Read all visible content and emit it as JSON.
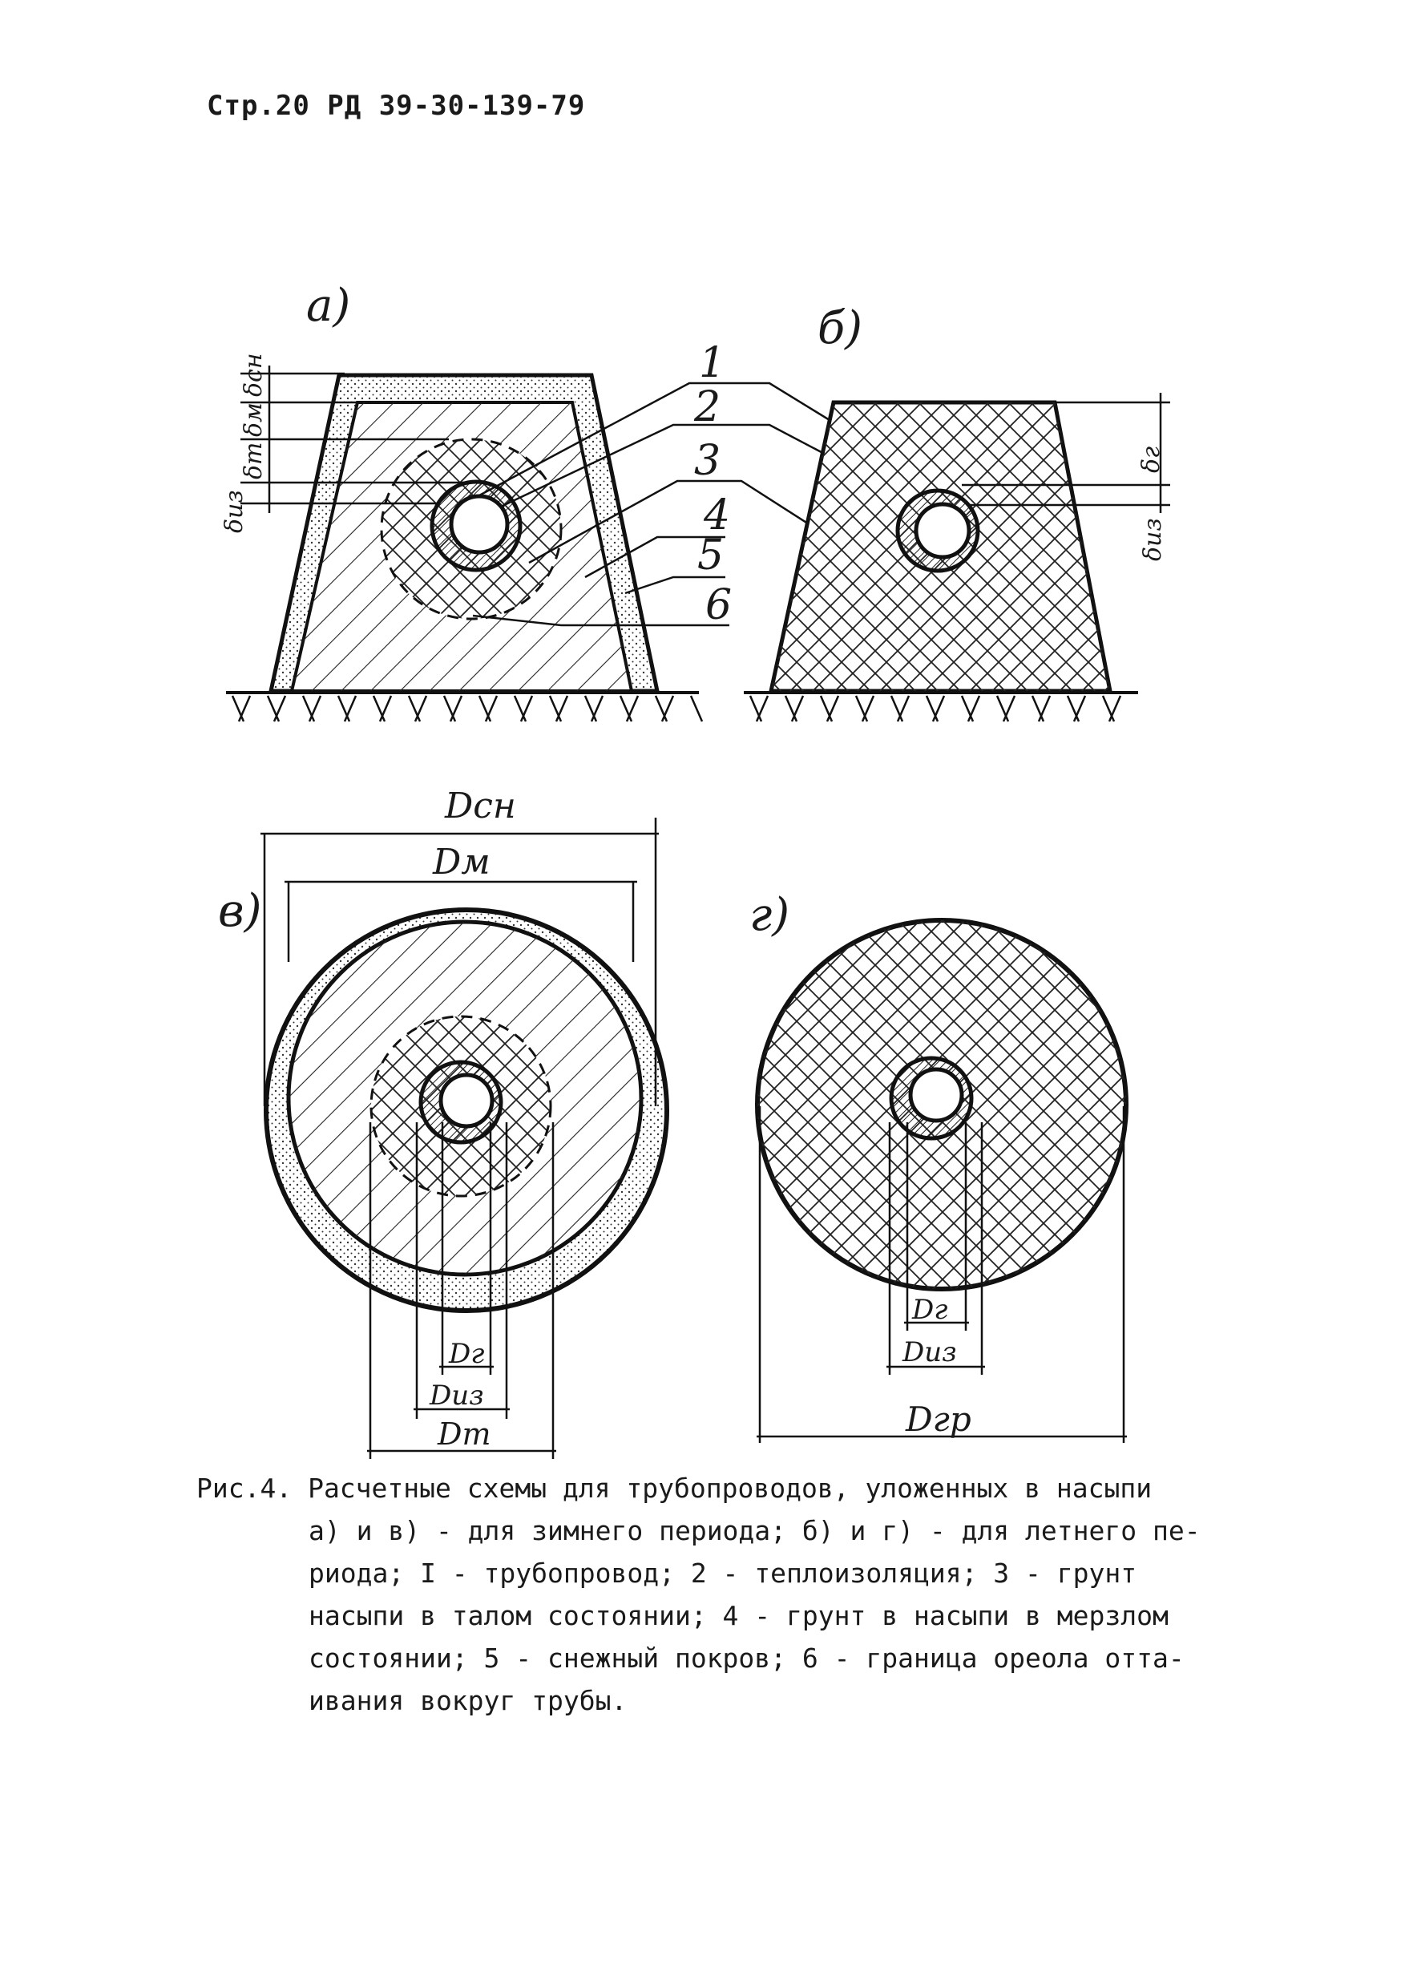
{
  "header": {
    "text": "Стр.20 РД 39-30-139-79"
  },
  "figure": {
    "panels": {
      "a": "а)",
      "b": "б)",
      "v": "в)",
      "g": "г)"
    },
    "callouts": [
      "1",
      "2",
      "3",
      "4",
      "5",
      "6"
    ],
    "dims": {
      "d_sn": "δсн",
      "d_m": "δм",
      "d_t": "δт",
      "d_iz": "δиз",
      "d_r": "δг",
      "d_iz2": "δиз",
      "D_sn": "Dсн",
      "D_m": "Dм",
      "D_t": "Dт",
      "D_iz": "Dиз",
      "D_g": "Dг",
      "D_g2": "Dг",
      "D_iz2": "Dиз",
      "D_gr": "Dгр"
    }
  },
  "caption": {
    "first_line": "Рис.4. Расчетные схемы для трубопроводов, уложенных в насыпи",
    "lines": [
      "а) и в) - для зимнего периода; б) и г) - для летнего пе-",
      "риода; I - трубопровод; 2 - теплоизоляция; 3 - грунт",
      "насыпи в талом состоянии; 4 - грунт в насыпи в мерзлом",
      "состоянии; 5 - снежный покров; 6 - граница ореола отта-",
      "ивания вокруг трубы."
    ]
  }
}
